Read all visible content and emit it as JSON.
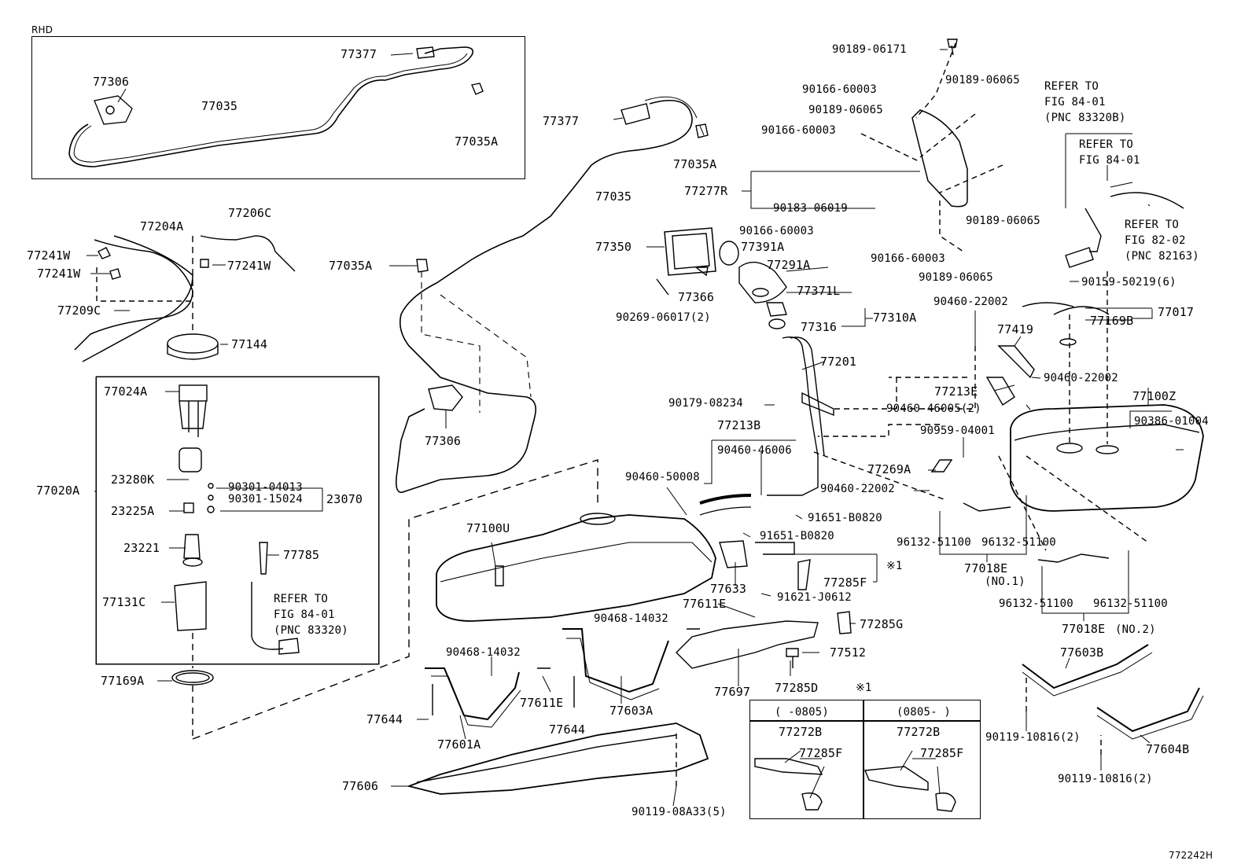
{
  "figure": {
    "region_label": "RHD",
    "figure_id": "772242H",
    "note_mark": "※1",
    "inset_columns": [
      "( -0805)",
      "(0805- )"
    ]
  },
  "callouts": {
    "c77377_rhd": "77377",
    "c77306_rhd": "77306",
    "c77035_rhd": "77035",
    "c77035a_rhd": "77035A",
    "c77377": "77377",
    "c77035a_1": "77035A",
    "c77035": "77035",
    "c77035a_2": "77035A",
    "c77306": "77306",
    "c77204a": "77204A",
    "c77206c": "77206C",
    "c77241w_1": "77241W",
    "c77241w_2": "77241W",
    "c77241w_3": "77241W",
    "c77209c": "77209C",
    "c77144": "77144",
    "c77024a": "77024A",
    "c77020a": "77020A",
    "c23280k": "23280K",
    "c90301_04013": "90301-04013",
    "c90301_15024": "90301-15024",
    "c23070": "23070",
    "c23225a": "23225A",
    "c23221": "23221",
    "c77785": "77785",
    "c77131c": "77131C",
    "c77169a": "77169A",
    "c90189_06171": "90189-06171",
    "c90166_60003_1": "90166-60003",
    "c90189_06065_1": "90189-06065",
    "c90189_06065_2": "90189-06065",
    "c90166_60003_2": "90166-60003",
    "c77277r": "77277R",
    "c90183_06019": "90183-06019",
    "c90189_06065_3": "90189-06065",
    "c90166_60003_3": "90166-60003",
    "c90166_60003_4": "90166-60003",
    "c90189_06065_4": "90189-06065",
    "c77350": "77350",
    "c77391a": "77391A",
    "c77291a": "77291A",
    "c77366": "77366",
    "c77371l": "77371L",
    "c90269_06017": "90269-06017(2)",
    "c77316": "77316",
    "c77310a": "77310A",
    "c77201": "77201",
    "c90179_08234": "90179-08234",
    "c77213b": "77213B",
    "c90460_46006": "90460-46006",
    "c90460_50008": "90460-50008",
    "c91651_b0820_1": "91651-B0820",
    "c91651_b0820_2": "91651-B0820",
    "c77100u": "77100U",
    "c77633": "77633",
    "c77285f": "77285F",
    "c91621_j0612": "91621-J0612",
    "c77611e_1": "77611E",
    "c90468_14032_1": "90468-14032",
    "c77285g": "77285G",
    "c77512": "77512",
    "c77697": "77697",
    "c77285d": "77285D",
    "c90468_14032_2": "90468-14032",
    "c77611e_2": "77611E",
    "c77603a": "77603A",
    "c77644_1": "77644",
    "c77644_2": "77644",
    "c77601a": "77601A",
    "c77606": "77606",
    "c90119_08a33": "90119-08A33(5)",
    "c90460_22002_1": "90460-22002",
    "c77419": "77419",
    "c77213e": "77213E",
    "c90460_22002_2": "90460-22002",
    "c90460_46005": "90460-46005(2)",
    "c90959_04001": "90959-04001",
    "c77269a": "77269A",
    "c90460_22002_3": "90460-22002",
    "c96132_1": "96132-51100",
    "c96132_2": "96132-51100",
    "c77018e_1": "77018E",
    "no1": "(NO.1)",
    "c96132_3": "96132-51100",
    "c96132_4": "96132-51100",
    "c77018e_2": "77018E",
    "no2": "(NO.2)",
    "c77100z": "77100Z",
    "c90386_01004": "90386-01004",
    "c90159_50219": "90159-50219(6)",
    "c77169b": "77169B",
    "c77017": "77017",
    "c77603b": "77603B",
    "c90119_10816_1": "90119-10816(2)",
    "c77604b": "77604B",
    "c90119_10816_2": "90119-10816(2)",
    "c77272b_1": "77272B",
    "c77285f_1": "77285F",
    "c77272b_2": "77272B",
    "c77285f_2": "77285F"
  },
  "notes": {
    "refer_83320b": [
      "REFER TO",
      "FIG 84-01",
      "(PNC 83320B)"
    ],
    "refer_84_01": [
      "REFER TO",
      "FIG 84-01"
    ],
    "refer_82163": [
      "REFER TO",
      "FIG 82-02",
      "(PNC 82163)"
    ],
    "refer_83320": [
      "REFER TO",
      "FIG 84-01",
      "(PNC 83320)"
    ]
  }
}
